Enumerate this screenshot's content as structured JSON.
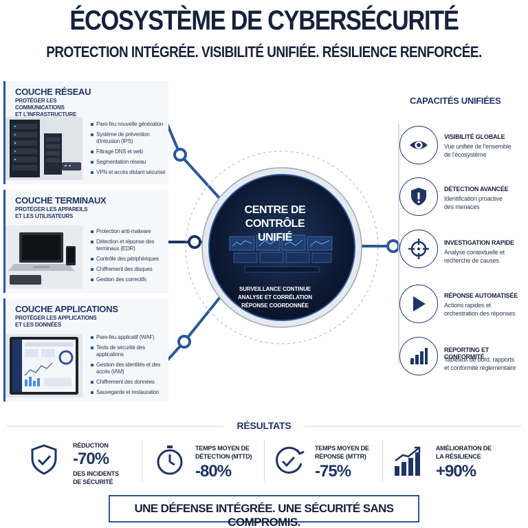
{
  "header": {
    "title": "ÉCOSYSTÈME DE CYBERSÉCURITÉ",
    "subtitle": "PROTECTION INTÉGRÉE. VISIBILITÉ UNIFIÉE. RÉSILIENCE RENFORCÉE."
  },
  "layers": [
    {
      "title": "COUCHE RÉSEAU",
      "subtitle_lines": [
        "PROTÉGER LES COMMUNICATIONS",
        "ET L'INFRASTRUCTURE"
      ],
      "items": [
        "Pare-feu nouvelle génération",
        "Système de prévention d'intrusion (IPS)",
        "Filtrage DNS et web",
        "Segmentation réseau",
        "VPN et accès distant sécurisé"
      ]
    },
    {
      "title": "COUCHE TERMINAUX",
      "subtitle_lines": [
        "PROTÉGER LES APPAREILS",
        "ET LES UTILISATEURS"
      ],
      "items": [
        "Protection anti-malware",
        "Détection et réponse des terminaux (EDR)",
        "Contrôle des périphériques",
        "Chiffrement des disques",
        "Gestion des correctifs"
      ]
    },
    {
      "title": "COUCHE APPLICATIONS",
      "subtitle_lines": [
        "PROTÉGER LES APPLICATIONS",
        "ET LES DONNÉES"
      ],
      "items": [
        "Pare-feu applicatif (WAF)",
        "Tests de sécurité des applications",
        "Gestion des identités et des accès (IAM)",
        "Chiffrement des données",
        "Sauvegarde et restauration"
      ]
    }
  ],
  "center": {
    "title_lines": [
      "CENTRE DE CONTRÔLE",
      "UNIFIÉ"
    ],
    "lines": [
      "SURVEILLANCE CONTINUE",
      "ANALYSE ET CORRÉLATION",
      "RÉPONSE COORDONNÉE"
    ]
  },
  "capabilities": {
    "header": "CAPACITÉS UNIFIÉES",
    "items": [
      {
        "icon": "eye-icon",
        "title": "VISIBILITÉ GLOBALE",
        "desc_lines": [
          "Vue unifiée de l'ensemble",
          "de l'écosystème"
        ]
      },
      {
        "icon": "shield-alert-icon",
        "title": "DÉTECTION AVANCÉE",
        "desc_lines": [
          "Identification proactive",
          "des menaces"
        ]
      },
      {
        "icon": "crosshair-icon",
        "title": "INVESTIGATION RAPIDE",
        "desc_lines": [
          "Analyse contextuelle et",
          "recherche de causes"
        ]
      },
      {
        "icon": "play-icon",
        "title": "RÉPONSE AUTOMATISÉE",
        "desc_lines": [
          "Actions rapides et",
          "orchestration des réponses"
        ]
      },
      {
        "icon": "bar-chart-icon",
        "title": "REPORTING ET CONFORMITÉ",
        "desc_lines": [
          "Tableaux de bord, rapports",
          "et conformité réglementaire"
        ]
      }
    ]
  },
  "results": {
    "title": "RÉSULTATS",
    "items": [
      {
        "icon": "shield-check-icon",
        "pre": [
          "RÉDUCTION"
        ],
        "value": "-70%",
        "post": [
          "DES INCIDENTS",
          "DE SÉCURITÉ"
        ]
      },
      {
        "icon": "stopwatch-icon",
        "pre": [
          "TEMPS MOYEN DE",
          "DÉTECTION (MTTD)"
        ],
        "value": "-80%",
        "post": []
      },
      {
        "icon": "clock-check-icon",
        "pre": [
          "TEMPS MOYEN DE",
          "RÉPONSE (MTTR)"
        ],
        "value": "-75%",
        "post": []
      },
      {
        "icon": "growth-chart-icon",
        "pre": [
          "AMÉLIORATION DE",
          "LA RÉSILIENCE"
        ],
        "value": "+90%",
        "post": []
      }
    ]
  },
  "footer": "UNE DÉFENSE INTÉGRÉE. UNE SÉCURITÉ SANS COMPROMIS.",
  "colors": {
    "navy": "#16213b",
    "accent": "#2b5797",
    "light_accent": "#4a90d9"
  }
}
